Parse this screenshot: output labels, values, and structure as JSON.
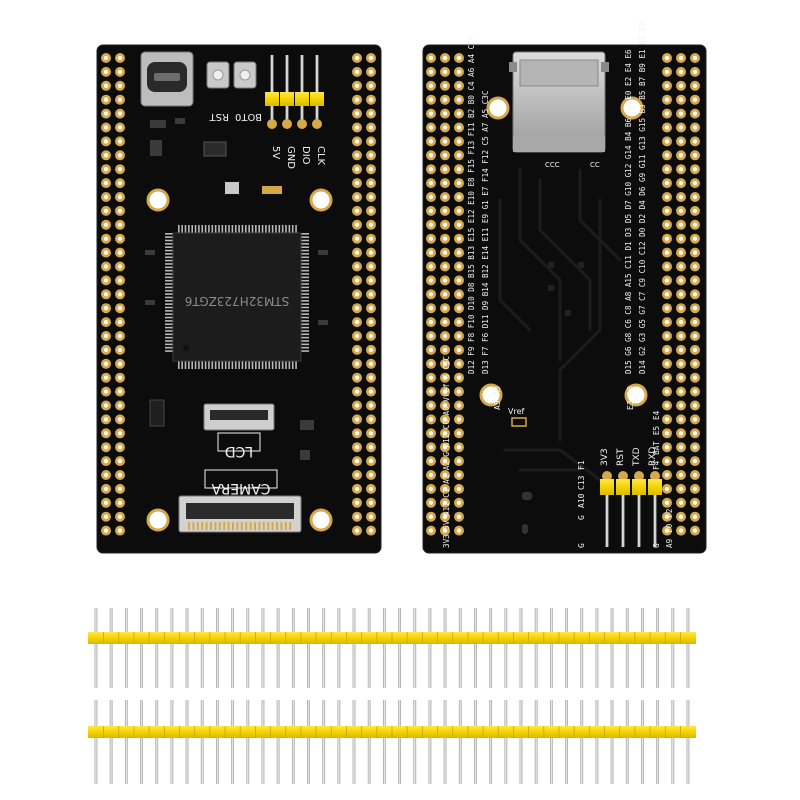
{
  "front_board": {
    "chip_label": "STM32H723ZGT6",
    "buttons": [
      "BOT0",
      "RST"
    ],
    "header_pins": [
      "5V",
      "GND",
      "DIO",
      "CLK"
    ],
    "connectors": [
      "LCD",
      "CAMERA"
    ]
  },
  "back_board": {
    "left_inner_labels": [
      "D12 F9 F8 F10 D10 D8 B15 B13 E15 E12 E10 E8 F15 F13 F11 B2 B0 C4 A6 A4 C2C",
      "D13 F7 F6 D11 D9 B14 B12 E14 E11 E9 G1 E7 F14 F12 C5 A7 A5 C3C"
    ],
    "right_inner_labels": [
      "D15 G6 G8 C6 C8 A8 A15 C11 D1 D3 D5 D7 G10 G12 G14 B4 B6 B8 E0 E2 E4 E6",
      "D14 G2 G3 G5 G7 C7 C9 C10 C12 D0 D2 D4 D6 G9 G11 G13 G15 B3 B5 B7 B9 E1 E3 E5"
    ],
    "center_labels": [
      "A5 A3",
      "Vref",
      "E3 B8"
    ],
    "bottom_left_labels": [
      "3V3 5V A11 C1 A1 A2 G A12 C0 A0 Vref G C3C"
    ],
    "bottom_center_labels": [
      "G",
      "G",
      "A10",
      "C13",
      "F1"
    ],
    "header_labels": [
      "3V3",
      "RST",
      "TXD",
      "RXD"
    ],
    "bottom_right_labels": [
      "F4",
      "BAT",
      "E5",
      "E4",
      "F2",
      "F0",
      "A9",
      "G"
    ],
    "sd_labels": [
      "CCC",
      "CC"
    ]
  },
  "pin_headers": {
    "strip_count": 2,
    "pins_per_strip": 40
  },
  "colors": {
    "pcb": "#0c0c0c",
    "pcb_edge": "#1a1a1a",
    "pad_gold": "#d6a84a",
    "silkscreen": "#f2f2f2",
    "header_plastic": "#f3d400",
    "pin_metal": "#c9c9c9"
  }
}
